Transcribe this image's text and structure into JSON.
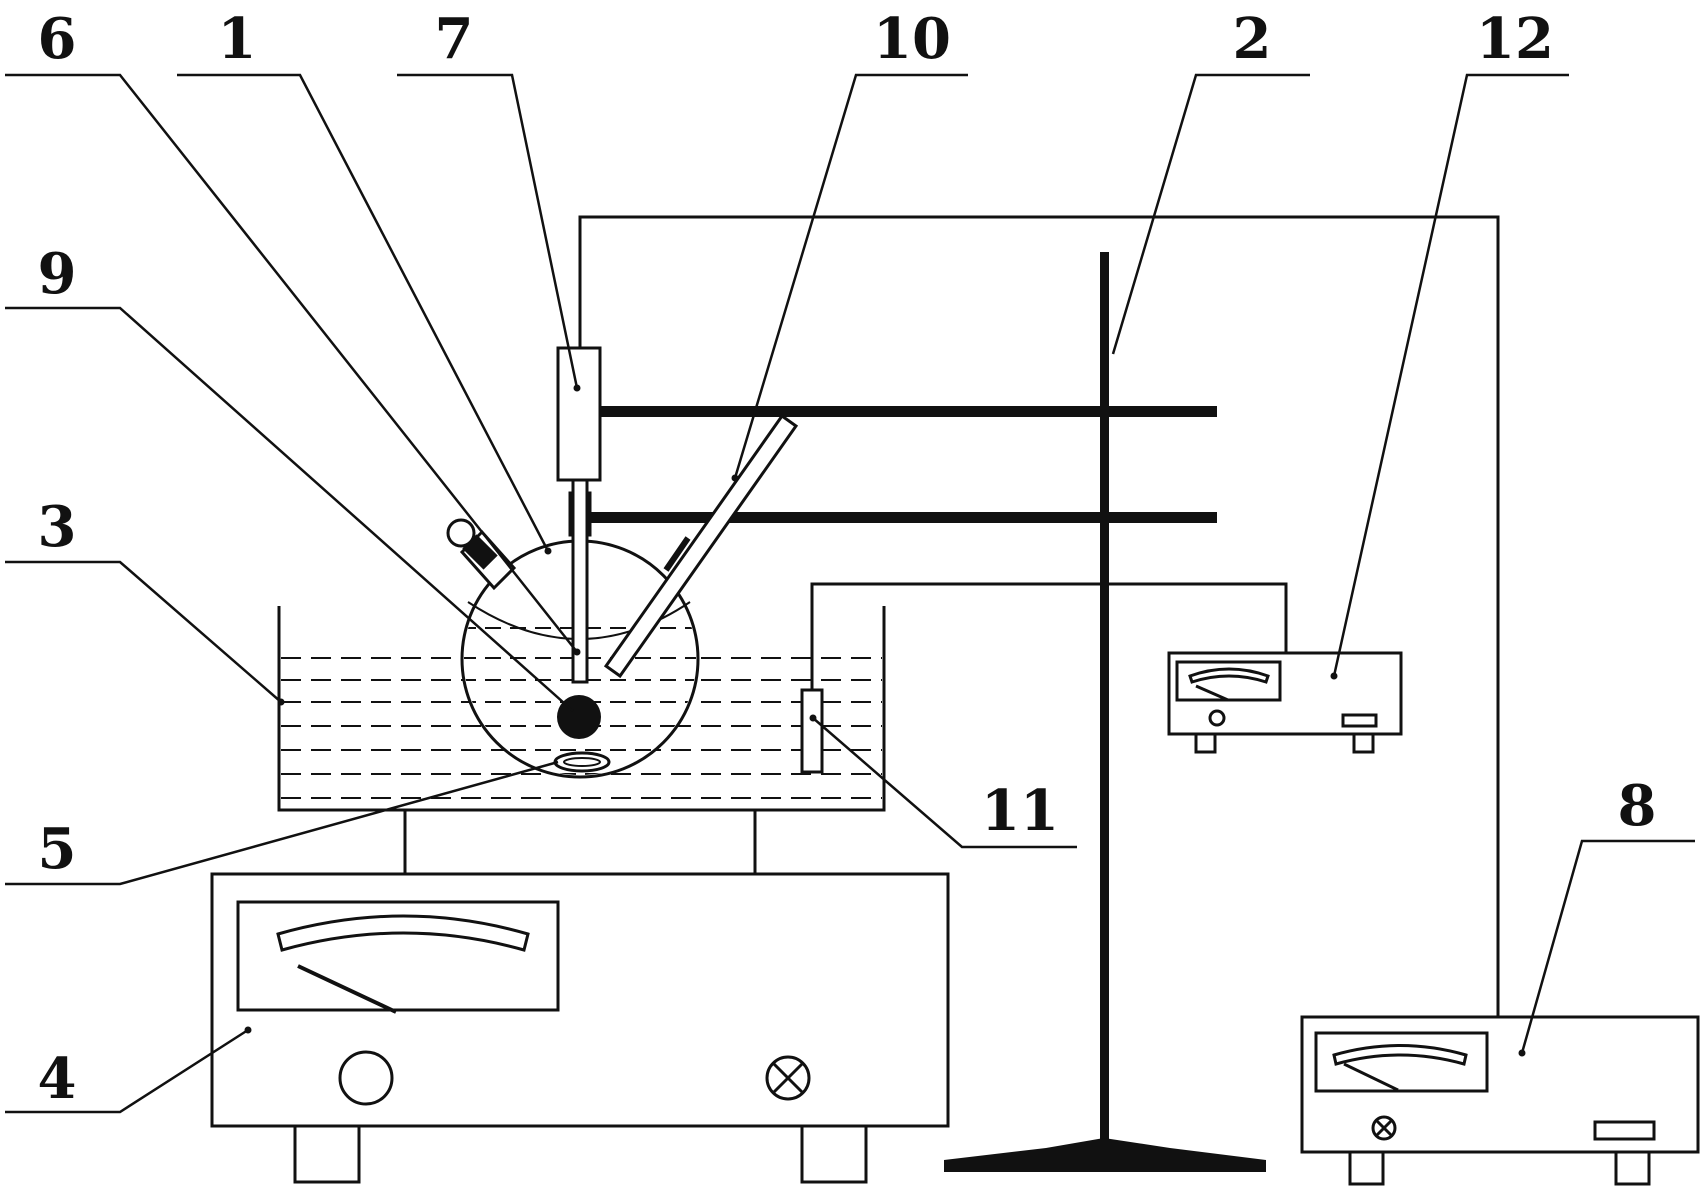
{
  "labels": {
    "l1": "1",
    "l2": "2",
    "l3": "3",
    "l4": "4",
    "l5": "5",
    "l6": "6",
    "l7": "7",
    "l8": "8",
    "l9": "9",
    "l10": "10",
    "l11": "11",
    "l12": "12"
  },
  "colors": {
    "line": "#111111",
    "background": "#ffffff"
  }
}
